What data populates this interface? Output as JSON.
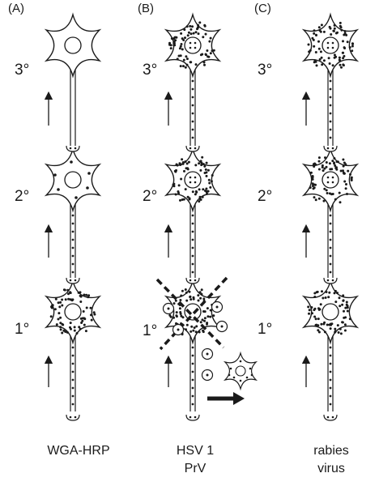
{
  "panels": [
    {
      "label": "(A)",
      "caption": [
        "WGA-HRP"
      ],
      "orders": [
        "3°",
        "2°",
        "1°"
      ]
    },
    {
      "label": "(B)",
      "caption": [
        "HSV 1",
        "PrV"
      ],
      "orders": [
        "3°",
        "2°",
        "1°"
      ]
    },
    {
      "label": "(C)",
      "caption": [
        "rabies",
        "virus"
      ],
      "orders": [
        "3°",
        "2°",
        "1°"
      ]
    }
  ]
}
